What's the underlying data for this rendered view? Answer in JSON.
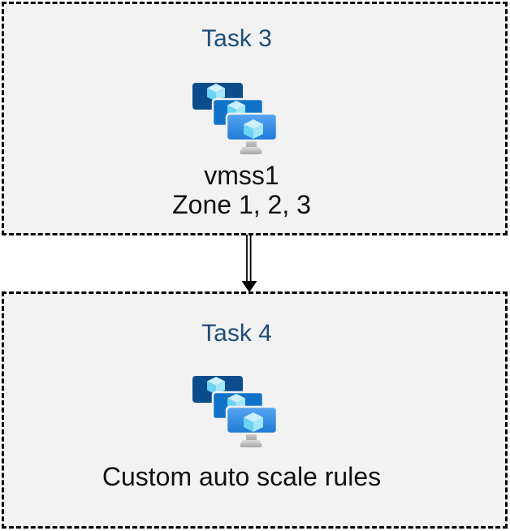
{
  "page": {
    "background": "#ffffff"
  },
  "colors": {
    "box-bg": "#f2f2f2",
    "border-color": "#000000",
    "title-color": "#1f4e79",
    "text-color": "#111111",
    "arrow-color": "#000000",
    "mon-back": "#0b4d8c",
    "mon-mid": "#0f72c8",
    "mon-front-top": "#57a6f2",
    "mon-front-bottom": "#1e7ad5",
    "cube-top": "#cdeffb",
    "cube-left": "#6bd4f3",
    "cube-right": "#a3e6f8",
    "stand-top": "#dcdcdc",
    "stand-bottom": "#a5a5a5",
    "monitor-outline": "#f2f2f2"
  },
  "tasks": [
    {
      "title": "Task 3",
      "icon": "vm-scale-sets-icon",
      "line1": "vmss1",
      "line2": "Zone 1, 2, 3"
    },
    {
      "title": "Task 4",
      "icon": "vm-scale-sets-icon",
      "line1": "Custom auto scale rules"
    }
  ],
  "connector": {
    "type": "double-line-arrow",
    "direction": "down"
  }
}
